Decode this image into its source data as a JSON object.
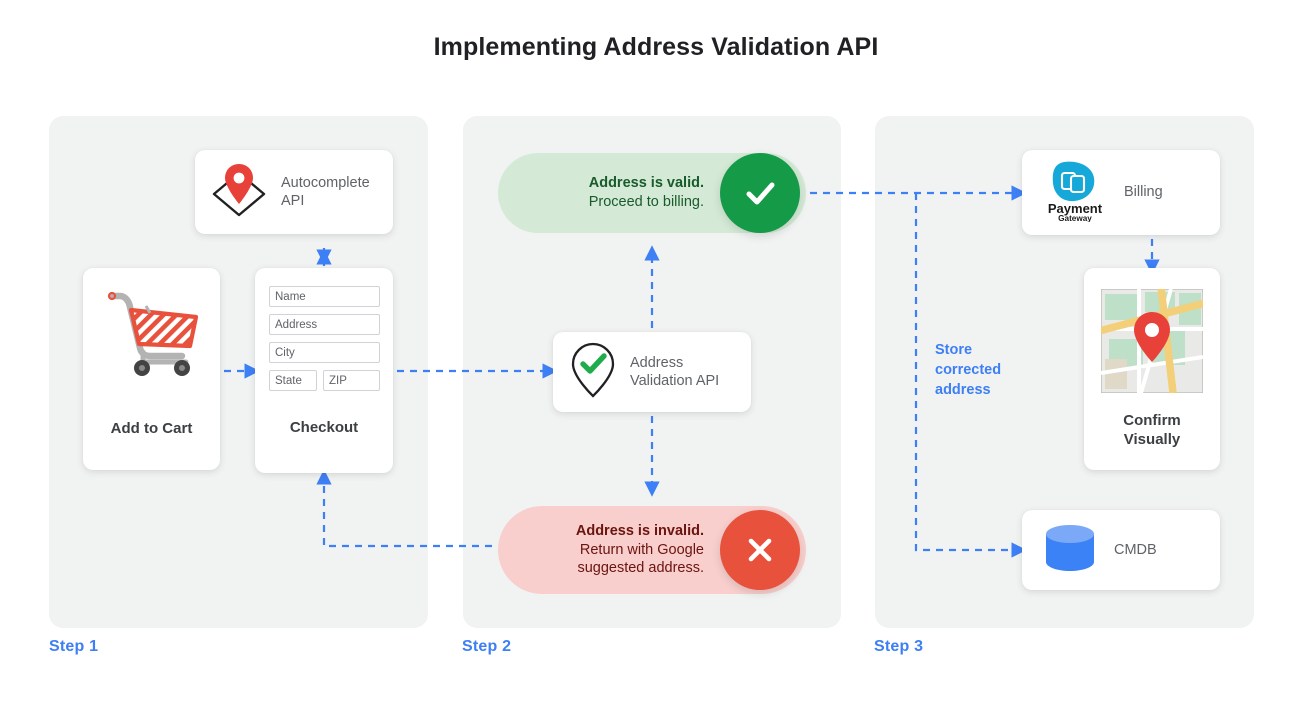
{
  "page": {
    "title": "Implementing Address Validation API",
    "accent_blue": "#3d7ff4",
    "panel_bg": "#f1f2f2",
    "valid_green": "#159a48",
    "invalid_red": "#e8513c"
  },
  "steps": [
    {
      "label": "Step 1"
    },
    {
      "label": "Step 2"
    },
    {
      "label": "Step 3"
    }
  ],
  "step1": {
    "cart": {
      "caption": "Add to Cart",
      "icon": "shopping-cart-icon"
    },
    "checkout": {
      "caption": "Checkout",
      "fields": [
        {
          "name": "name",
          "placeholder": "Name"
        },
        {
          "name": "address",
          "placeholder": "Address"
        },
        {
          "name": "city",
          "placeholder": "City"
        },
        {
          "name": "state",
          "placeholder": "State"
        },
        {
          "name": "zip",
          "placeholder": "ZIP"
        }
      ]
    },
    "autocomplete": {
      "line1": "Autocomplete",
      "line2": "API",
      "icon": "map-pin-diamond-icon"
    }
  },
  "step2": {
    "valid": {
      "line1": "Address is valid.",
      "line2": "Proceed to billing.",
      "badge_icon": "check-icon"
    },
    "validation_api": {
      "line1": "Address",
      "line2": "Validation API",
      "icon": "pin-check-icon"
    },
    "invalid": {
      "line1": "Address is invalid.",
      "line2": "Return with Google",
      "line3": "suggested address.",
      "badge_icon": "close-icon"
    }
  },
  "step3": {
    "billing": {
      "label": "Billing",
      "logo_line1": "Payment",
      "logo_line2": "Gateway",
      "icon": "payment-gateway-logo"
    },
    "confirm": {
      "caption_line1": "Confirm",
      "caption_line2": "Visually",
      "icon": "map-thumbnail-icon"
    },
    "cmdb": {
      "label": "CMDB",
      "icon": "database-cylinder-icon"
    },
    "note_line1": "Store",
    "note_line2": "corrected",
    "note_line3": "address"
  }
}
